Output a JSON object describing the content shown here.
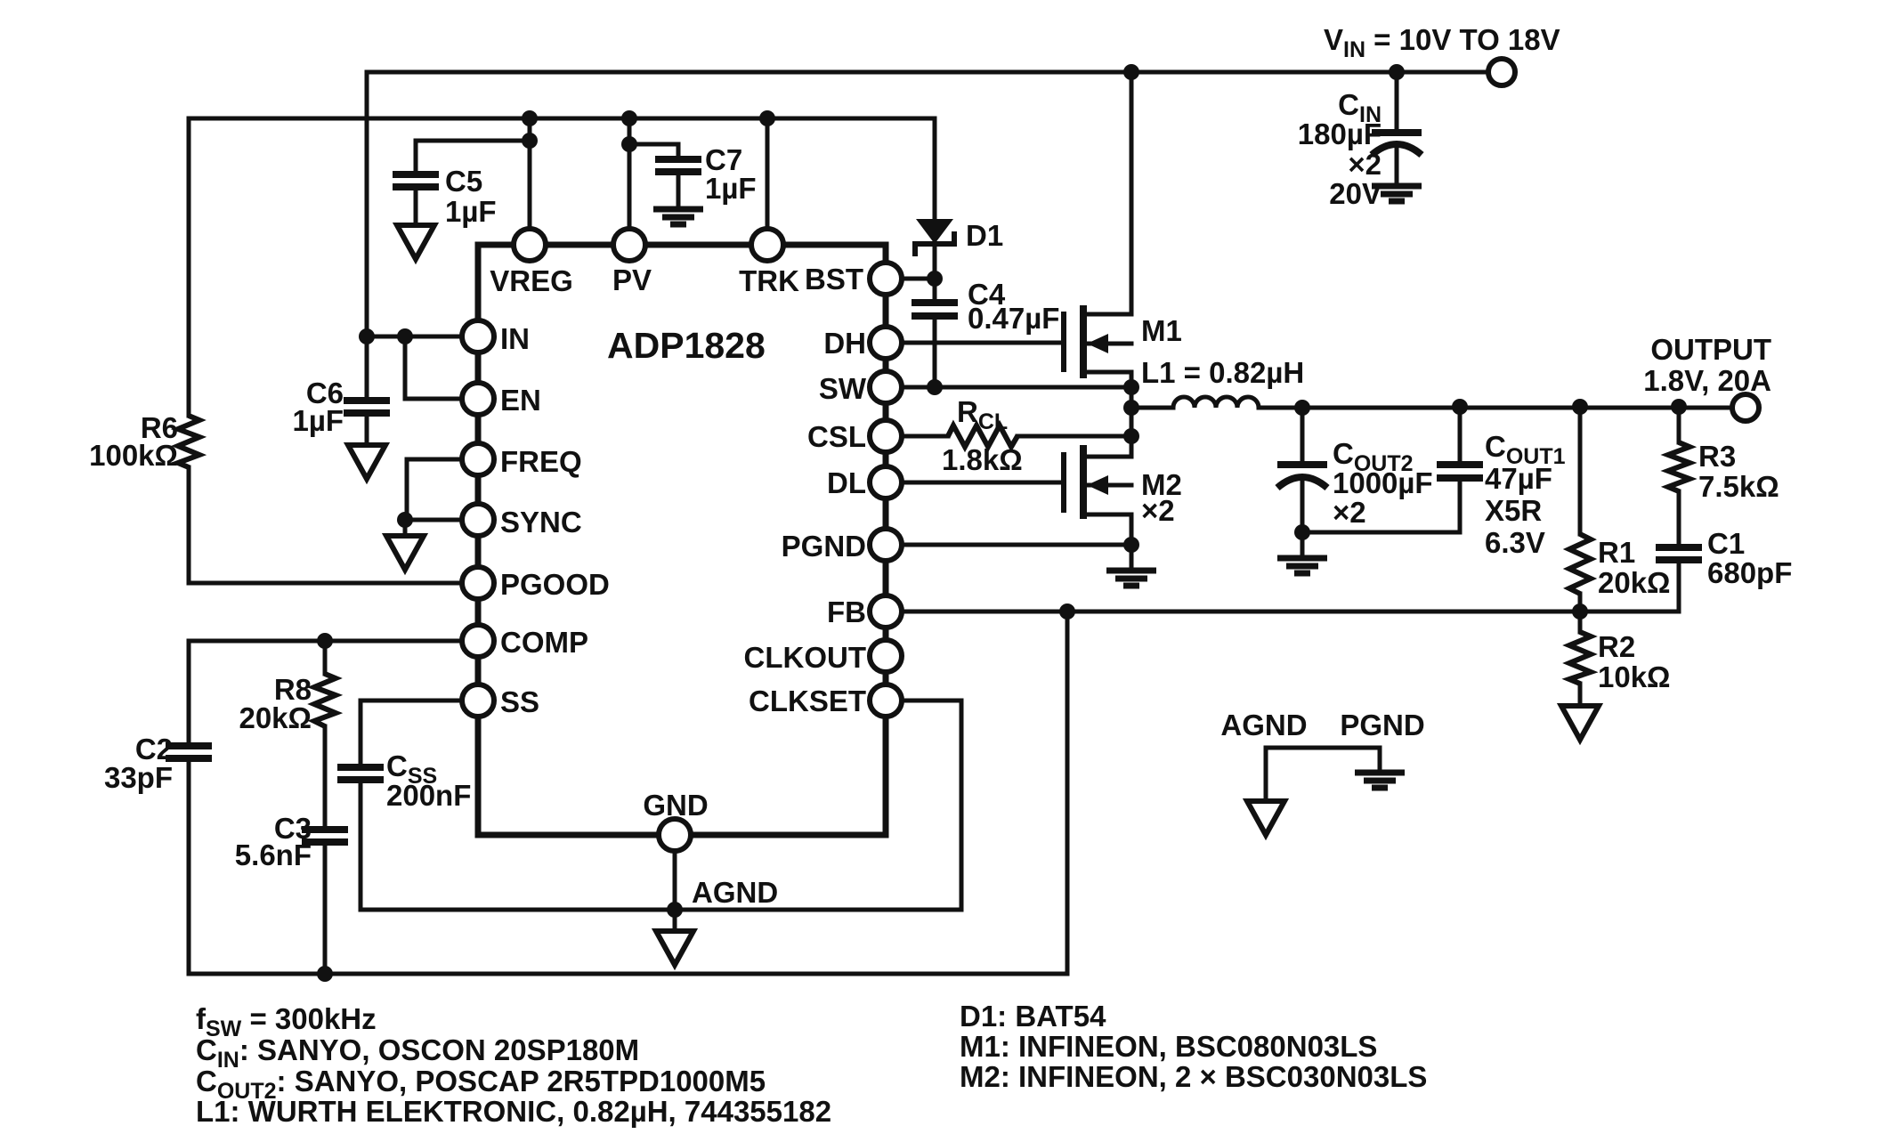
{
  "ic": {
    "name": "ADP1828",
    "pins": {
      "vreg": "VREG",
      "pv": "PV",
      "trk": "TRK",
      "bst": "BST",
      "in": "IN",
      "en": "EN",
      "freq": "FREQ",
      "sync": "SYNC",
      "pgood": "PGOOD",
      "comp": "COMP",
      "ss": "SS",
      "dh": "DH",
      "sw": "SW",
      "csl": "CSL",
      "dl": "DL",
      "pgnd": "PGND",
      "fb": "FB",
      "clkout": "CLKOUT",
      "clkset": "CLKSET",
      "gnd": "GND"
    }
  },
  "power": {
    "vin_base": "V",
    "vin_sub": "IN",
    "vin_rest": " = 10V TO 18V",
    "output_title": "OUTPUT",
    "output_spec": "1.8V, 20A"
  },
  "components": {
    "cin": {
      "base": "C",
      "sub": "IN",
      "value": "180µF",
      "mult": "×2",
      "rating": "20V"
    },
    "c5": {
      "ref": "C5",
      "value": "1µF"
    },
    "c7": {
      "ref": "C7",
      "value": "1µF"
    },
    "c6": {
      "ref": "C6",
      "value": "1µF"
    },
    "r6": {
      "ref": "R6",
      "value": "100kΩ"
    },
    "d1": {
      "ref": "D1"
    },
    "c4": {
      "ref": "C4",
      "value": "0.47µF"
    },
    "rcl": {
      "base": "R",
      "sub": "CL",
      "value": "1.8kΩ"
    },
    "m1": {
      "ref": "M1"
    },
    "m2": {
      "ref": "M2",
      "mult": "×2"
    },
    "l1": {
      "label": "L1 = 0.82µH"
    },
    "cout2": {
      "base": "C",
      "sub": "OUT2",
      "value": "1000µF",
      "mult": "×2"
    },
    "cout1": {
      "base": "C",
      "sub": "OUT1",
      "value": "47µF",
      "dielectric": "X5R",
      "rating": "6.3V"
    },
    "r1": {
      "ref": "R1",
      "value": "20kΩ"
    },
    "r2": {
      "ref": "R2",
      "value": "10kΩ"
    },
    "r3": {
      "ref": "R3",
      "value": "7.5kΩ"
    },
    "c1": {
      "ref": "C1",
      "value": "680pF"
    },
    "c2": {
      "ref": "C2",
      "value": "33pF"
    },
    "r8": {
      "ref": "R8",
      "value": "20kΩ"
    },
    "c3": {
      "ref": "C3",
      "value": "5.6nF"
    },
    "css": {
      "base": "C",
      "sub": "SS",
      "value": "200nF"
    }
  },
  "grounds": {
    "agnd_label": "AGND",
    "legend_agnd": "AGND",
    "legend_pgnd": "PGND"
  },
  "notes": {
    "fsw_base": "f",
    "fsw_sub": "SW",
    "fsw_rest": " = 300kHz",
    "cin_base": "C",
    "cin_sub": "IN",
    "cin_rest": ": SANYO, OSCON 20SP180M",
    "cout2_base": "C",
    "cout2_sub": "OUT2",
    "cout2_rest": ": SANYO, POSCAP 2R5TPD1000M5",
    "l1": "L1: WURTH ELEKTRONIC, 0.82µH, 744355182",
    "d1": "D1: BAT54",
    "m1": "M1: INFINEON, BSC080N03LS",
    "m2": "M2: INFINEON, 2 × BSC030N03LS"
  }
}
